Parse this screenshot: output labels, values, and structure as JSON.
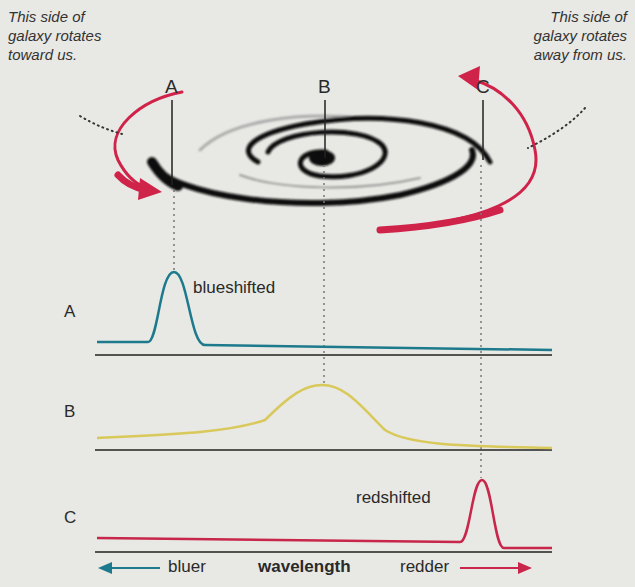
{
  "diagram": {
    "labels": [
      "This side of galaxy rotates toward us.",
      "This side of galaxy rotates away from us.",
      "A",
      "B",
      "C",
      "blueshifted",
      "A",
      "B",
      "C",
      "redshifted",
      "bluer",
      "wavelength",
      "redder"
    ]
  }
}
